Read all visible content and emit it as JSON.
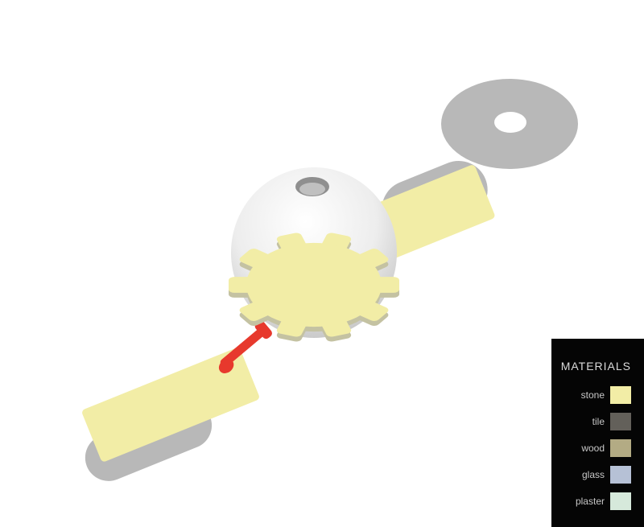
{
  "page": {
    "background": "#ffffff"
  },
  "legend": {
    "title": "MATERIALS",
    "panel_color": "#050505",
    "items": [
      {
        "label": "stone",
        "color": "#f2eda6"
      },
      {
        "label": "tile",
        "color": "#63605a"
      },
      {
        "label": "wood",
        "color": "#b3ab84"
      },
      {
        "label": "glass",
        "color": "#b6c1d6"
      },
      {
        "label": "plaster",
        "color": "#d6e9db"
      }
    ]
  },
  "diagram": {
    "colors": {
      "stone": "#f2eda6",
      "gray": "#b8b8b8",
      "gray_light": "#c6c6c6",
      "gear_shadow": "#c4c2a2",
      "oculus_dark": "#8f8f8f",
      "oculus_inner": "#c0c0c0",
      "red": "#e7392d",
      "disc_hole": "#ffffff"
    }
  }
}
